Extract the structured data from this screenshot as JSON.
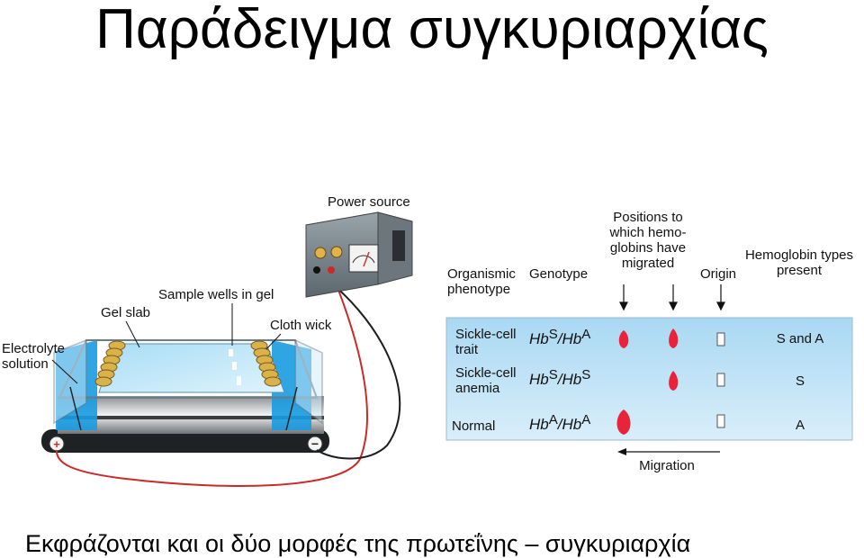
{
  "slide": {
    "title": "Παράδειγμα συγκυριαρχίας",
    "caption": "Εκφράζονται και οι δύο μορφές της πρωτεΐνης – συγκυριαρχία"
  },
  "apparatus": {
    "power_source": "Power source",
    "sample_wells": "Sample wells in gel",
    "gel_slab": "Gel slab",
    "cloth_wick": "Cloth wick",
    "electrolyte_line1": "Electrolyte",
    "electrolyte_line2": "solution",
    "plus": "+",
    "minus": "−"
  },
  "table": {
    "header_phenotype_line1": "Organismic",
    "header_phenotype_line2": "phenotype",
    "header_genotype": "Genotype",
    "header_positions_line1": "Positions to",
    "header_positions_line2": "which hemo-",
    "header_positions_line3": "globins have",
    "header_positions_line4": "migrated",
    "header_origin": "Origin",
    "header_types_line1": "Hemoglobin types",
    "header_types_line2": "present",
    "migration": "Migration",
    "rows": [
      {
        "phenotype_line1": "Sickle-cell",
        "phenotype_line2": "trait",
        "allele1_base": "Hb",
        "allele1_sup": "S",
        "sep": "/",
        "allele2_base": "Hb",
        "allele2_sup": "A",
        "types": "S and A"
      },
      {
        "phenotype_line1": "Sickle-cell",
        "phenotype_line2": "anemia",
        "allele1_base": "Hb",
        "allele1_sup": "S",
        "sep": "/",
        "allele2_base": "Hb",
        "allele2_sup": "S",
        "types": "S"
      },
      {
        "phenotype_line1": "Normal",
        "phenotype_line2": "",
        "allele1_base": "Hb",
        "allele1_sup": "A",
        "sep": "/",
        "allele2_base": "Hb",
        "allele2_sup": "A",
        "types": "A"
      }
    ]
  },
  "colors": {
    "band": "#e8233a",
    "gel_blue": "#bfe3f5",
    "buffer_blue": "#1a9be0",
    "wire_red": "#cc2a2a",
    "wick_gold": "#d9b24a"
  }
}
